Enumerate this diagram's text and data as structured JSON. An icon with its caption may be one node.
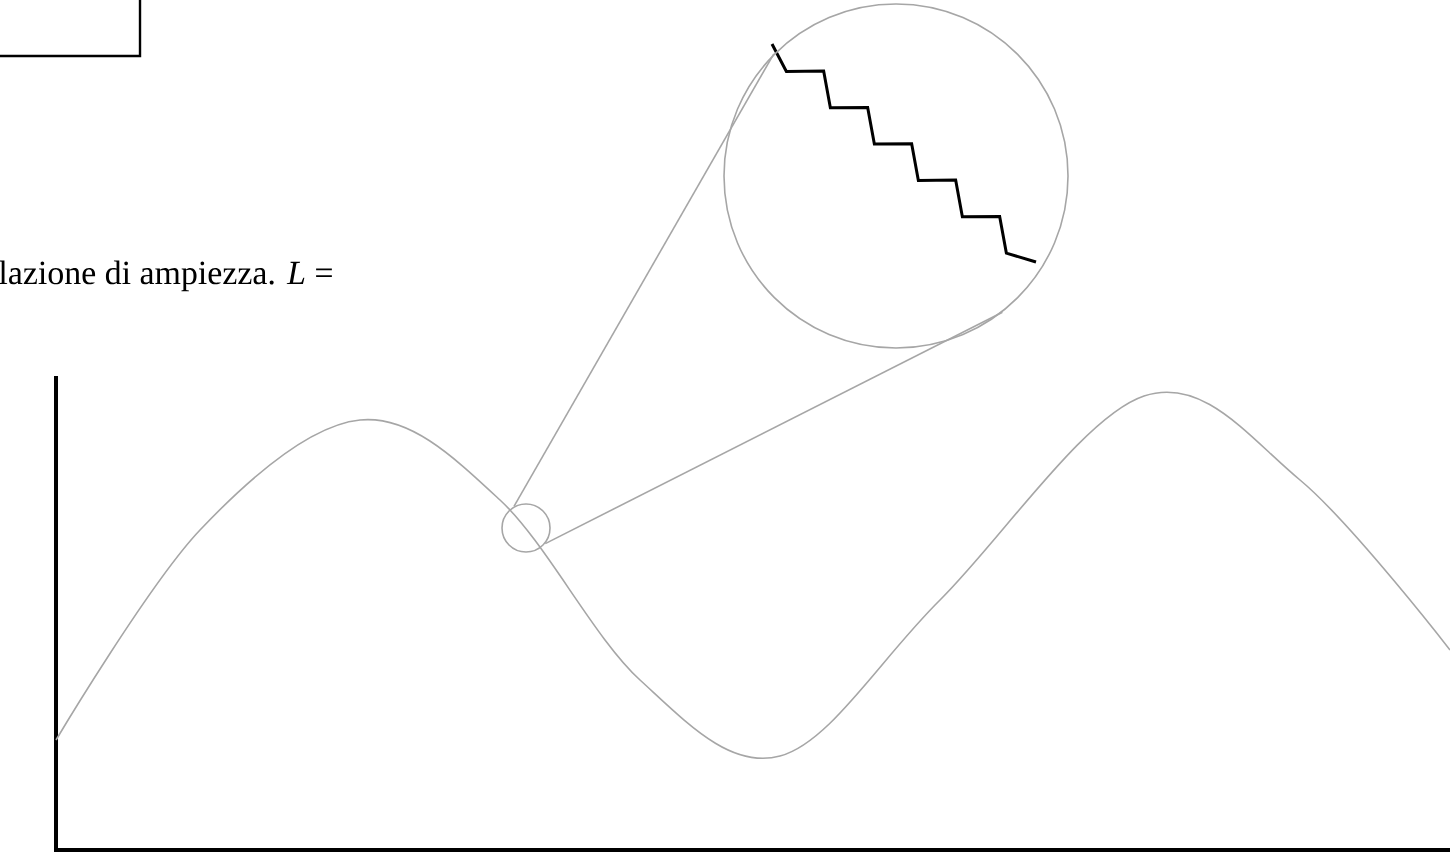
{
  "diagram": {
    "nodes": [
      {
        "text": [],
        "shape": "circle"
      },
      {
        "text": [],
        "shape": "circle"
      }
    ],
    "edges": [
      {
        "from": 0,
        "to": 1,
        "arrow": "none"
      },
      {
        "from": 0,
        "to": 1,
        "arrow": "none"
      }
    ],
    "labels": [
      "lazione di ampiezza. *L* ="
    ]
  }
}
